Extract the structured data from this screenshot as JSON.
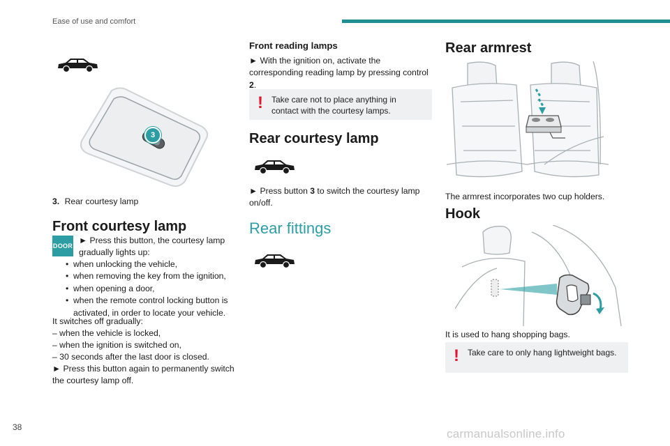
{
  "header": {
    "section_title": "Ease of use and comfort",
    "page_number": "38"
  },
  "left": {
    "caption_number": "3.",
    "caption_text": "Rear courtesy lamp",
    "callout_label": "3",
    "front_courtesy_title": "Front courtesy lamp",
    "door_badge": "DOOR",
    "press_line_1": "► Press this button, the courtesy lamp",
    "press_line_2": "gradually lights up:",
    "bullets": [
      "when unlocking the vehicle,",
      "when removing the key from the ignition,",
      "when opening a door,",
      "when the remote control locking button is activated, in order to locate your vehicle."
    ],
    "bullet_glyph": "•",
    "switches_off": "It switches off gradually:",
    "dashes": [
      "– when the vehicle is locked,",
      "– when the ignition is switched on,",
      "– 30 seconds after the last door is closed."
    ],
    "press_again": "► Press this button again to permanently switch the courtesy lamp off."
  },
  "middle": {
    "reading_title": "Front reading lamps",
    "reading_text_1": "► With the ignition on, activate the corresponding reading lamp by pressing control",
    "reading_control": "2",
    "reading_period": ".",
    "warning_1": "Take care not to place anything in contact with the courtesy lamps.",
    "rear_courtesy_title": "Rear courtesy lamp",
    "rear_text_1": "► Press button ",
    "rear_button": "3",
    "rear_text_2": " to switch the courtesy lamp on/off.",
    "rear_fittings_title": "Rear fittings"
  },
  "right": {
    "armrest_title": "Rear armrest",
    "armrest_text": "The armrest incorporates two cup holders.",
    "hook_title": "Hook",
    "hook_text": "It is used to hang shopping bags.",
    "warning_2": "Take care to only hang lightweight bags."
  },
  "warning_glyph": "!",
  "watermark": "carmanualsonline.info",
  "colors": {
    "accent": "#1f8f93",
    "accent_light": "#2c9ea3",
    "warning": "#e3142d",
    "note_bg": "#eef0f2"
  }
}
